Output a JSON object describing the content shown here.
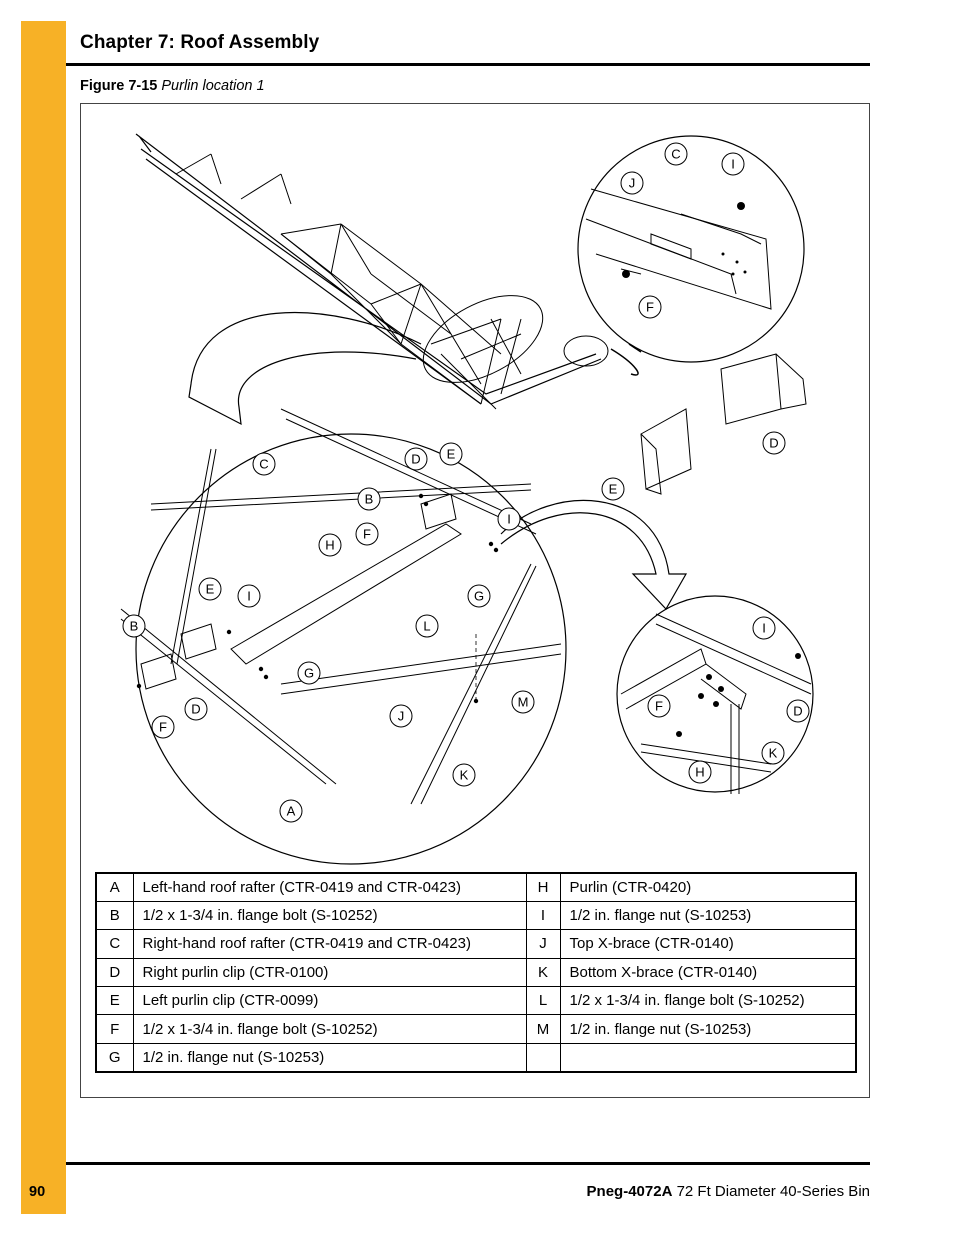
{
  "header": {
    "chapter_title": "Chapter 7: Roof Assembly"
  },
  "figure": {
    "number": "Figure 7-15",
    "caption": "Purlin location 1",
    "callouts": {
      "detail_top": [
        "C",
        "I",
        "J",
        "F"
      ],
      "main": [
        "C",
        "D",
        "E",
        "B",
        "I",
        "F",
        "H",
        "G",
        "E",
        "I",
        "B",
        "L",
        "G",
        "D",
        "F",
        "J",
        "M",
        "K",
        "A"
      ],
      "clips": [
        "D",
        "E"
      ],
      "detail_bottom": [
        "I",
        "F",
        "D",
        "K",
        "H"
      ]
    }
  },
  "parts_table": {
    "rows": [
      {
        "key1": "A",
        "desc1": "Left-hand roof rafter (CTR-0419 and CTR-0423)",
        "key2": "H",
        "desc2": "Purlin (CTR-0420)"
      },
      {
        "key1": "B",
        "desc1": "1/2 x 1-3/4 in. flange bolt (S-10252)",
        "key2": "I",
        "desc2": "1/2 in. flange nut (S-10253)"
      },
      {
        "key1": "C",
        "desc1": "Right-hand roof rafter (CTR-0419 and CTR-0423)",
        "key2": "J",
        "desc2": "Top X-brace (CTR-0140)"
      },
      {
        "key1": "D",
        "desc1": "Right purlin clip (CTR-0100)",
        "key2": "K",
        "desc2": "Bottom X-brace (CTR-0140)"
      },
      {
        "key1": "E",
        "desc1": "Left purlin clip (CTR-0099)",
        "key2": "L",
        "desc2": "1/2 x 1-3/4 in. flange bolt (S-10252)"
      },
      {
        "key1": "F",
        "desc1": "1/2 x 1-3/4 in. flange bolt (S-10252)",
        "key2": "M",
        "desc2": "1/2 in. flange nut (S-10253)"
      },
      {
        "key1": "G",
        "desc1": "1/2 in. flange nut (S-10253)",
        "key2": "",
        "desc2": ""
      }
    ]
  },
  "footer": {
    "page_number": "90",
    "doc_code": "Pneg-4072A",
    "doc_title": "72 Ft Diameter 40-Series Bin"
  },
  "colors": {
    "accent_bar": "#f7b126"
  }
}
